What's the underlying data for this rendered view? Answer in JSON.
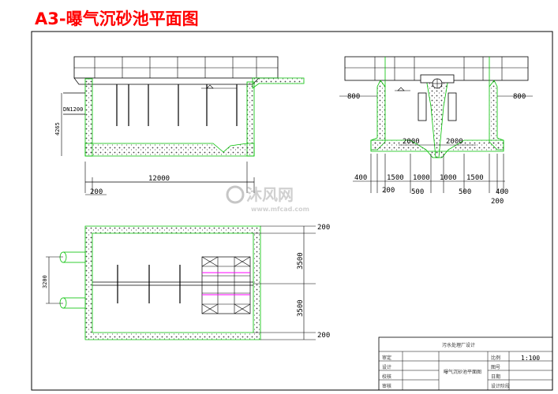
{
  "title": "A3-曝气沉砂池平面图",
  "section_view": {
    "dims": {
      "width": "12000",
      "bottom_left": "200",
      "pipe": "DN1200",
      "height": "4265"
    }
  },
  "end_view": {
    "dims": {
      "left_top": "800",
      "right_top": "800",
      "mid_left": "2000",
      "mid_right": "2000",
      "b400_left": "400",
      "b1500_left": "1500",
      "b1000_left": "1000",
      "b1000_right": "1000",
      "b1500_right": "1500",
      "b400_right": "400",
      "b200_left": "200",
      "b500_left": "500",
      "b500_right": "500",
      "b200_right": "200"
    }
  },
  "plan_view": {
    "dims": {
      "top": "200",
      "upper": "3500",
      "lower": "3500",
      "bottom": "200",
      "left": "3200"
    }
  },
  "watermark": {
    "brand": "沐风网",
    "url": "www.mfcad.com"
  },
  "title_block": {
    "header": "污水处理厂设计",
    "drawing_name": "曝气沉砂池平面图",
    "scale_label": "比例",
    "scale_value": "1:100",
    "row_labels": [
      "设计",
      "校核",
      "审核",
      "审定"
    ],
    "right_labels": [
      "图号",
      "日期",
      "设计阶段"
    ]
  }
}
